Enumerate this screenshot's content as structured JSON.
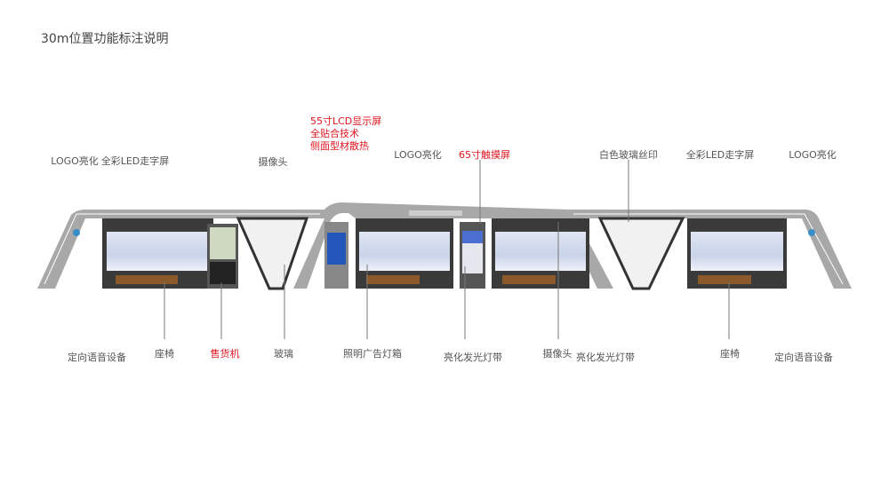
{
  "title": "30m位置功能标注说明",
  "top_labels": {
    "logo_left": "LOGO亮化",
    "led_left": "全彩LED走字屏",
    "camera": "摄像头",
    "lcd_line1": "55寸LCD显示屏",
    "lcd_line2": "全贴合技术",
    "lcd_line3": "侧面型材散热",
    "logo_mid": "LOGO亮化",
    "touch": "65寸触摸屏",
    "glass_print": "白色玻璃丝印",
    "led_right": "全彩LED走字屏",
    "logo_right": "LOGO亮化"
  },
  "bottom_labels": {
    "speaker_left": "定向语音设备",
    "seat_left": "座椅",
    "vending": "售货机",
    "glass": "玻璃",
    "lightbox": "照明广告灯箱",
    "lightstrip_1": "亮化发光灯带",
    "camera": "摄像头",
    "lightstrip_2": "亮化发光灯带",
    "seat_right": "座椅",
    "speaker_right": "定向语音设备"
  },
  "colors": {
    "highlight": "#e0141e",
    "frame": "#9a9a9a",
    "panel": "#3a3a3a"
  }
}
